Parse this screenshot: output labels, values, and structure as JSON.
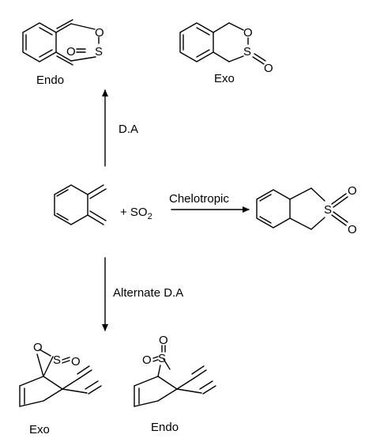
{
  "reagent": {
    "prefix": "+ SO",
    "subscript": "2"
  },
  "arrows": {
    "up": "D.A",
    "right": "Chelotropic",
    "down": "Alternate D.A"
  },
  "products": {
    "top_left": "Endo",
    "top_right": "Exo",
    "bottom_left": "Exo",
    "bottom_right": "Endo"
  },
  "atoms": {
    "oxygen": "O",
    "sulfur": "S"
  }
}
